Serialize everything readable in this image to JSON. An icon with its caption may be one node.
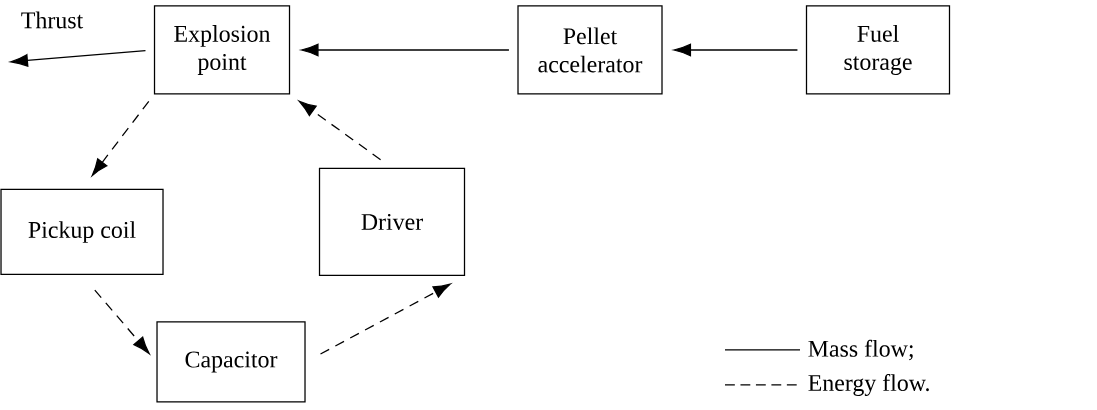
{
  "diagram": {
    "nodes": [
      {
        "text": [
          "Explosion point"
        ]
      },
      {
        "text": [
          "Pellet accelerator"
        ]
      },
      {
        "text": [
          "Fuel storage"
        ]
      },
      {
        "text": [
          "Pickup coil"
        ]
      },
      {
        "text": [
          "Driver"
        ]
      },
      {
        "text": [
          "Capacitor"
        ]
      }
    ],
    "edges": [
      {
        "from": 2,
        "to": 1,
        "arrow": "to"
      },
      {
        "from": 1,
        "to": 0,
        "arrow": "to"
      },
      {
        "from": 0,
        "to": null,
        "arrow": "to",
        "label": "Thrust"
      },
      {
        "from": 0,
        "to": 3,
        "arrow": "to",
        "style": "dashed"
      },
      {
        "from": 3,
        "to": 5,
        "arrow": "to",
        "style": "dashed"
      },
      {
        "from": 5,
        "to": 4,
        "arrow": "to",
        "style": "dashed"
      },
      {
        "from": 4,
        "to": 0,
        "arrow": "to",
        "style": "dashed"
      }
    ],
    "legend": [
      {
        "text": "Mass flow;"
      },
      {
        "text": "Energy flow."
      }
    ]
  }
}
